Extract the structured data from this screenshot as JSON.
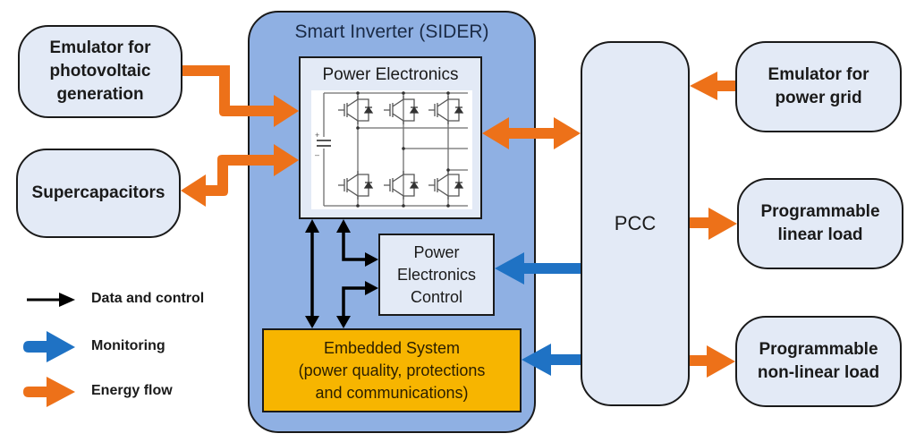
{
  "colors": {
    "energy_flow": "#ed7119",
    "monitoring": "#1f72c4",
    "data_control": "#000000",
    "inverter_fill": "#8fb0e3",
    "block_fill": "#e3eaf6",
    "embedded_fill": "#f7b500"
  },
  "nodes": {
    "pv_emulator": "Emulator for photovoltaic generation",
    "supercapacitors": "Supercapacitors",
    "smart_inverter": "Smart Inverter (SIDER)",
    "power_electronics": "Power Electronics",
    "power_electronics_control": "Power Electronics Control",
    "embedded_system": {
      "line1": "Embedded System",
      "line2": "(power quality, protections",
      "line3": "and communications)"
    },
    "pcc": "PCC",
    "grid_emulator": "Emulator for power grid",
    "linear_load": "Programmable linear load",
    "nonlinear_load": "Programmable non-linear load"
  },
  "legend": [
    {
      "type": "data_control",
      "label": "Data and control"
    },
    {
      "type": "monitoring",
      "label": "Monitoring"
    },
    {
      "type": "energy_flow",
      "label": "Energy flow"
    }
  ],
  "circuit": {
    "capacitor_plus": "+",
    "capacitor_minus": "–"
  }
}
